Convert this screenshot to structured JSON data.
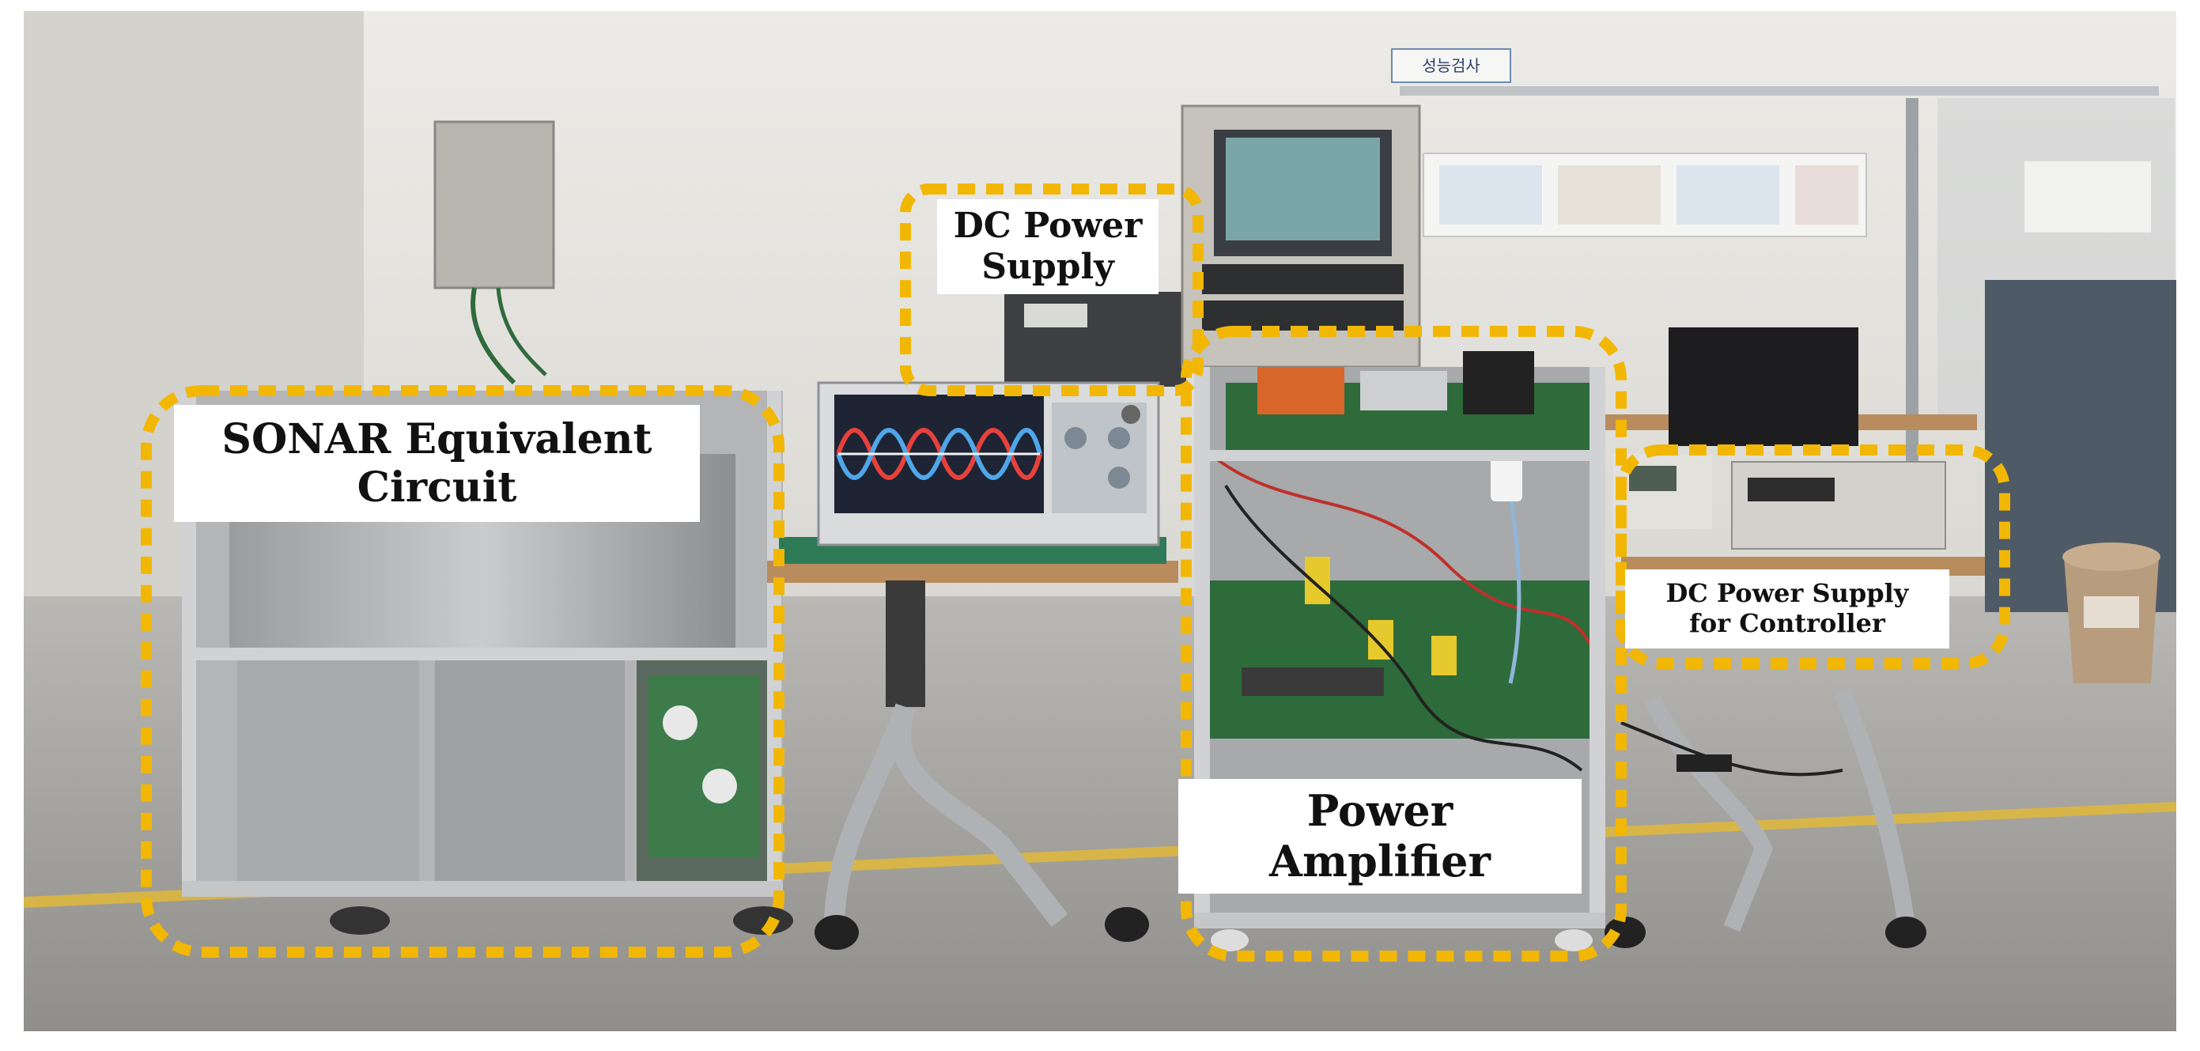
{
  "labels": {
    "sonar_line1": "SONAR Equivalent",
    "sonar_line2": "Circuit",
    "dc_supply_line1": "DC Power",
    "dc_supply_line2": "Supply",
    "amplifier_line1": "Power",
    "amplifier_line2": "Amplifier",
    "controller_line1": "DC Power Supply",
    "controller_line2": "for Controller"
  },
  "wall_sign": "성능검사",
  "colors": {
    "dashed_outline": "#F2B705",
    "callout_background": "#FFFFFF",
    "callout_text": "#111111",
    "wall": "#E6E4E0",
    "floor": "#A9A8A4",
    "floor_stripe": "#E0B83A",
    "frame_aluminum": "#C9CBCD",
    "oscilloscope_screen": "#1E2434",
    "waveform_red": "#E8413C",
    "waveform_blue": "#4FA6E8",
    "waveform_white": "#F2F2F2",
    "pcb_green": "#2E6B3A",
    "capacitor_orange": "#D8662A"
  }
}
